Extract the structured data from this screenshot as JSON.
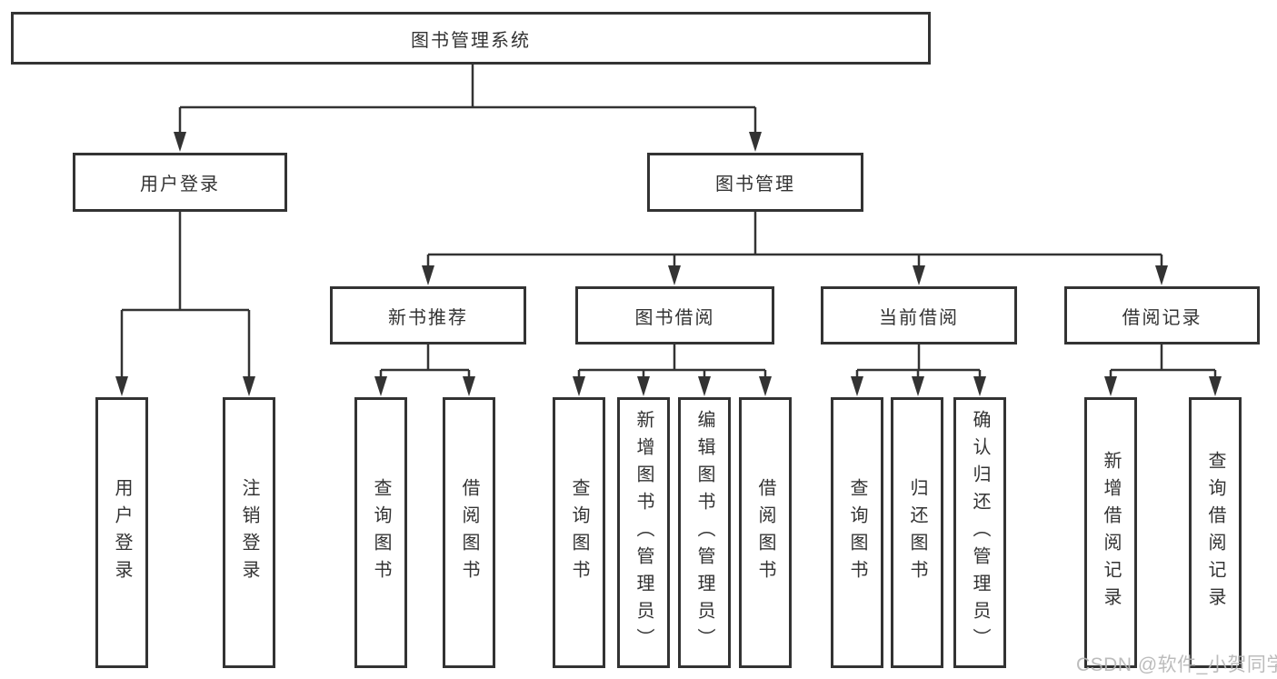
{
  "tree": {
    "root": "图书管理系统",
    "user_login_branch": {
      "label": "用户登录",
      "children": [
        "用户登录",
        "注销登录"
      ]
    },
    "book_mgmt_branch": {
      "label": "图书管理",
      "children": [
        {
          "label": "新书推荐",
          "children": [
            "查询图书",
            "借阅图书"
          ]
        },
        {
          "label": "图书借阅",
          "children": [
            "查询图书",
            "新增图书（管理员）",
            "编辑图书（管理员）",
            "借阅图书"
          ]
        },
        {
          "label": "当前借阅",
          "children": [
            "查询图书",
            "归还图书",
            "确认归还（管理员）"
          ]
        },
        {
          "label": "借阅记录",
          "children": [
            "新增借阅记录",
            "查询借阅记录"
          ]
        }
      ]
    }
  },
  "watermark": "CSDN @软件_小贺同学",
  "colors": {
    "line": "#333333",
    "box_border": "#333333",
    "text": "#333333",
    "watermark": "#b5b5b5",
    "background": "#ffffff"
  }
}
